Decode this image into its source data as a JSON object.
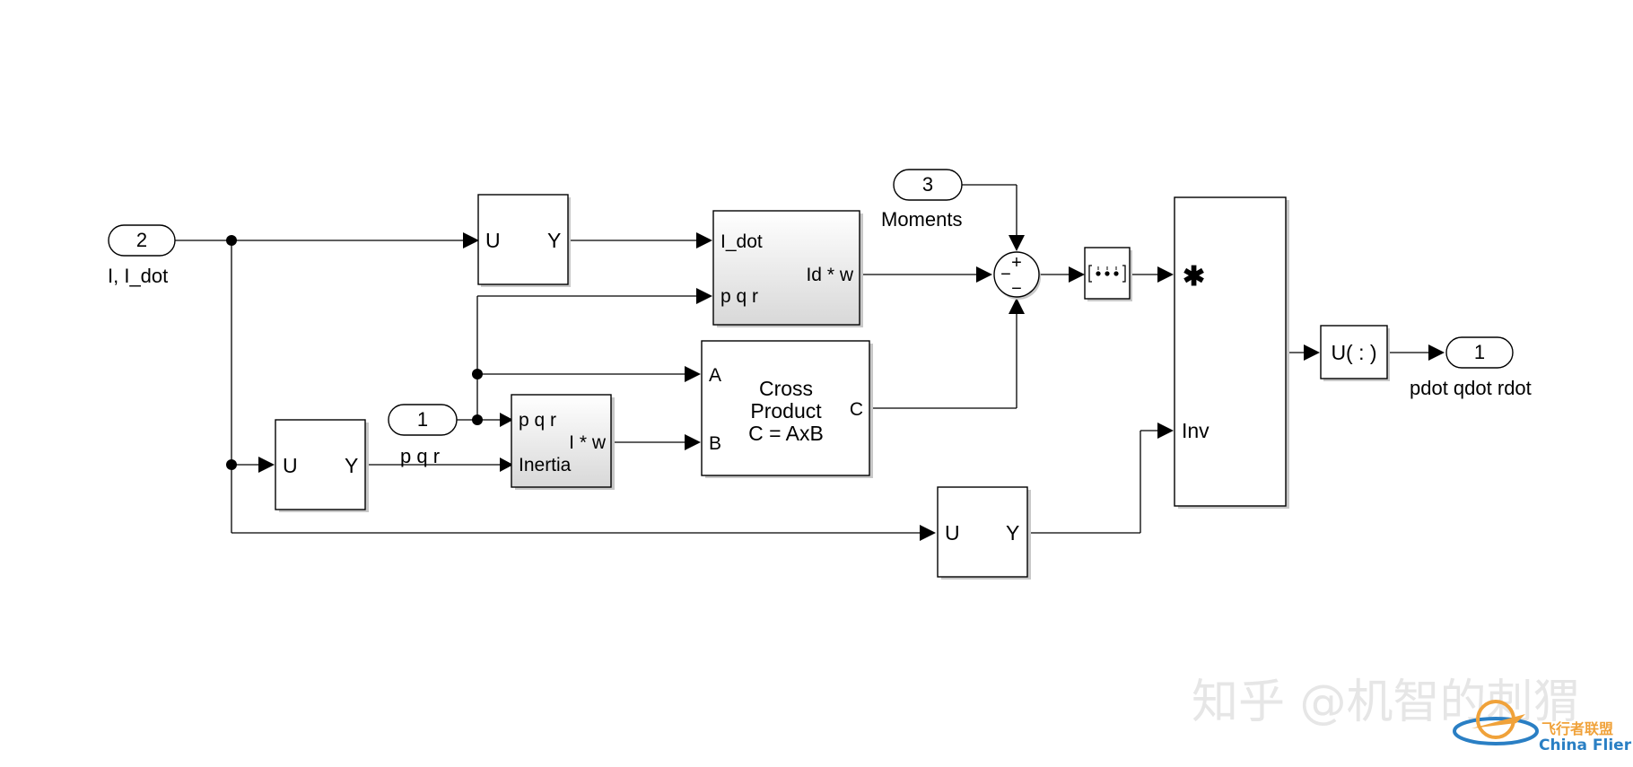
{
  "inports": {
    "in2": {
      "number": "2",
      "label": "I, I_dot"
    },
    "in3": {
      "number": "3",
      "label": "Moments"
    },
    "in1": {
      "number": "1"
    }
  },
  "outport": {
    "number": "1",
    "label": "pdot qdot rdot"
  },
  "selectors": {
    "top": {
      "in": "U",
      "out": "Y"
    },
    "left": {
      "in": "U",
      "out": "Y"
    },
    "bottom": {
      "in": "U",
      "out": "Y"
    }
  },
  "signal_label": "p q r",
  "idot_block": {
    "in1": "I_dot",
    "in2": "p q r",
    "out": "Id * w"
  },
  "inertia_block": {
    "in1": "p q r",
    "in2": "Inertia",
    "out": "I * w"
  },
  "cross_block": {
    "in_a": "A",
    "in_b": "B",
    "out": "C",
    "line1": "Cross",
    "line2": "Product",
    "line3": "C = AxB"
  },
  "sum_block": {
    "plus": "+",
    "minus_left": "−",
    "minus_bottom": "−"
  },
  "product_block": {
    "mult": "✱",
    "inv": "Inv"
  },
  "reshape_block": {
    "label": "U( : )"
  },
  "watermark": {
    "text": "知乎 @机智的刺猬",
    "logo_cn": "飞行者联盟",
    "logo_en": "China Flier"
  }
}
